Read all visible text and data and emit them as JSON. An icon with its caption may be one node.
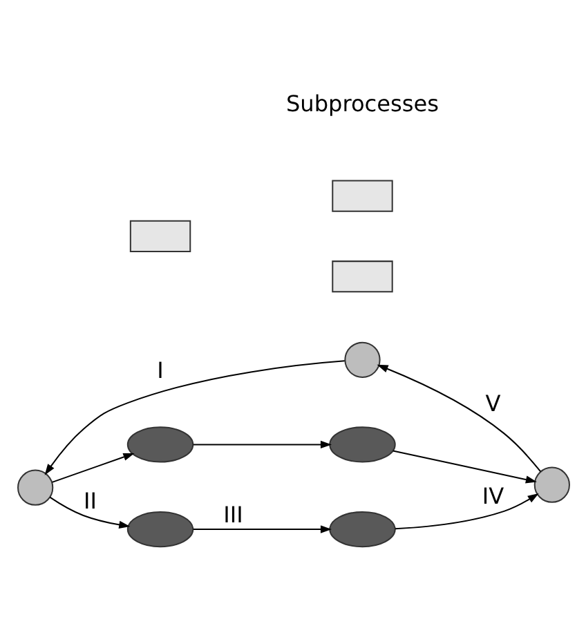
{
  "diagram": {
    "nodes": [
      {
        "text": [],
        "shape": "circle"
      },
      {
        "text": [],
        "shape": "circle"
      },
      {
        "text": [],
        "shape": "circle"
      },
      {
        "text": [],
        "shape": "ellipse"
      },
      {
        "text": [],
        "shape": "ellipse"
      },
      {
        "text": [],
        "shape": "ellipse"
      },
      {
        "text": [],
        "shape": "ellipse"
      },
      {
        "text": [],
        "shape": "box"
      },
      {
        "text": [],
        "shape": "box"
      },
      {
        "text": [],
        "shape": "box"
      }
    ],
    "edges": [
      {
        "from": 0,
        "to": 1,
        "arrow": "to",
        "label": "I"
      },
      {
        "from": 1,
        "to": 3,
        "arrow": "to"
      },
      {
        "from": 3,
        "to": 4,
        "arrow": "to"
      },
      {
        "from": 4,
        "to": 2,
        "arrow": "to"
      },
      {
        "from": 1,
        "to": 5,
        "arrow": "to",
        "label": "II"
      },
      {
        "from": 5,
        "to": 6,
        "arrow": "to",
        "label": "III"
      },
      {
        "from": 6,
        "to": 2,
        "arrow": "to",
        "label": "IV"
      },
      {
        "from": 2,
        "to": 0,
        "arrow": "to",
        "label": "V"
      }
    ],
    "labels": [
      "Subprocesses"
    ]
  }
}
